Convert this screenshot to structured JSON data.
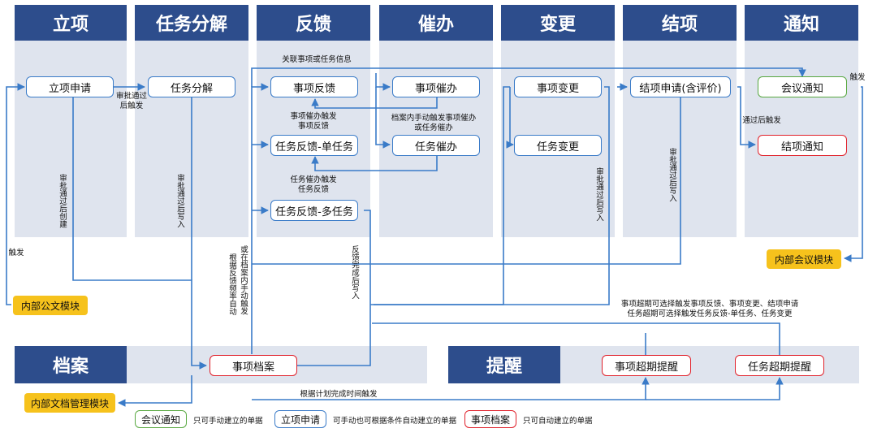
{
  "colors": {
    "header": "#2d4d8c",
    "column": "#dfe4ee",
    "arrow": "#3a7bc8",
    "red": "#e0202a",
    "green": "#58a840",
    "yellow": "#f6c21c"
  },
  "headers": {
    "lixiang": "立项",
    "renwu": "任务分解",
    "fankui": "反馈",
    "cuiban": "催办",
    "biangeng": "变更",
    "jiexiang": "结项",
    "tongzhi": "通知",
    "dangan": "档案",
    "tixing": "提醒"
  },
  "nodes": {
    "lixiang_apply": "立项申请",
    "renwu_split": "任务分解",
    "shixiang_fankui": "事项反馈",
    "renwu_fankui_single": "任务反馈-单任务",
    "renwu_fankui_multi": "任务反馈-多任务",
    "shixiang_cuiban": "事项催办",
    "renwu_cuiban": "任务催办",
    "shixiang_biangeng": "事项变更",
    "renwu_biangeng": "任务变更",
    "jiexiang_apply": "结项申请(含评价)",
    "meeting_notice": "会议通知",
    "jiexiang_notice": "结项通知",
    "shixiang_dangan": "事项档案",
    "shixiang_overdue": "事项超期提醒",
    "renwu_overdue": "任务超期提醒"
  },
  "modules": {
    "gongwen": "内部公文模块",
    "huiyi": "内部会议模块",
    "wendang": "内部文档管理模块"
  },
  "labels": {
    "guanlian": "关联事项或任务信息",
    "shenpi_chufa_1": "审批通过",
    "shenpi_chufa_2": "后触发",
    "cuiban_shixiang_1": "事项催办触发",
    "cuiban_shixiang_2": "事项反馈",
    "dangan_cuiban_1": "档案内手动触发事项催办",
    "dangan_cuiban_2": "或任务催办",
    "cuiban_renwu_1": "任务催办触发",
    "cuiban_renwu_2": "任务反馈",
    "tongguo_chufa": "通过后触发",
    "chufa_left": "触发",
    "chufa_right": "触发",
    "v_shenpi_chuangjian": "审批通过后创建",
    "v_shenpi_xieru_1": "审批通过后写入",
    "v_shenpi_xieru_2": "审批通过后写入",
    "v_shenpi_xieru_3": "审批通过后写入",
    "v_genju_1": "根据反馈频率自动",
    "v_genju_2": "或在档案内手动触发",
    "v_fankui_wancheng": "反馈完成后写入",
    "overdue_note_1": "事项超期可选择触发事项反馈、事项变更、结项申请",
    "overdue_note_2": "任务超期可选择触发任务反馈-单任务、任务变更",
    "jihua_chufa": "根据计划完成时间触发"
  },
  "legend": [
    {
      "box": "会议通知",
      "text": "只可手动建立的单据"
    },
    {
      "box": "立项申请",
      "text": "可手动也可根据条件自动建立的单据"
    },
    {
      "box": "事项档案",
      "text": "只可自动建立的单据"
    }
  ]
}
